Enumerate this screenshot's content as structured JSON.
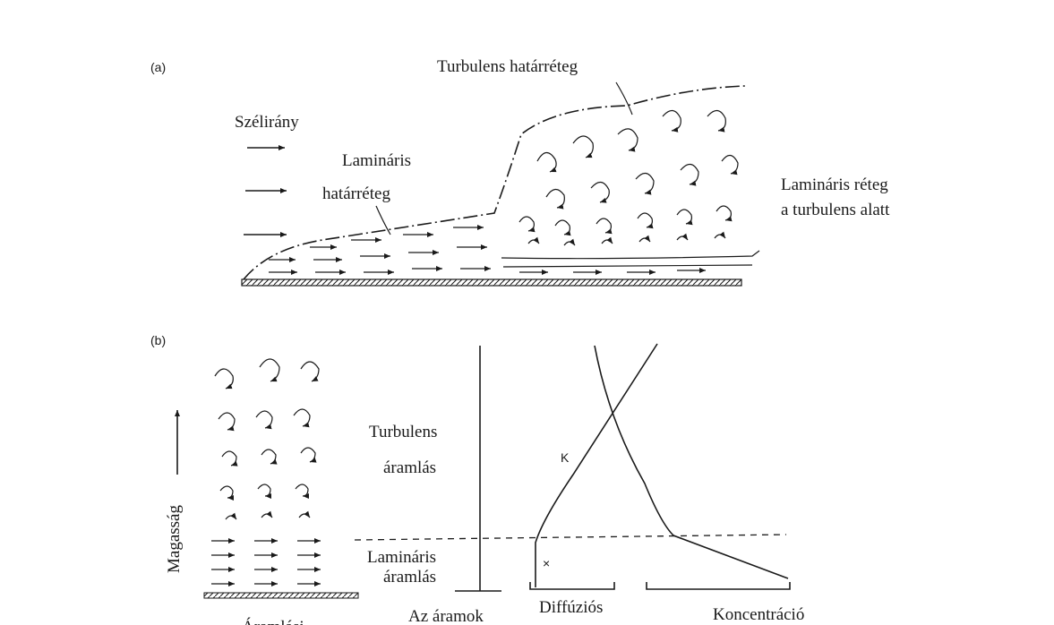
{
  "panel_a": {
    "tag": "(a)",
    "turbulent_boundary_layer": "Turbulens határréteg",
    "wind_direction": "Szélirány",
    "laminar_boundary_layer_1": "Lamináris",
    "laminar_boundary_layer_2": "határréteg",
    "laminar_under_turbulent_1": "Lamináris réteg",
    "laminar_under_turbulent_2": "a turbulens alatt"
  },
  "panel_b": {
    "tag": "(b)",
    "height_axis": "Magasság",
    "turbulent_flow_1": "Turbulens",
    "turbulent_flow_2": "áramlás",
    "laminar_flow_1": "Lamináris",
    "laminar_flow_2": "áramlás",
    "k_label": "K",
    "x_mark": "×",
    "bottom_flow": "Áramlási",
    "bottom_currents": "Az áramok",
    "bottom_diffusion": "Diffúziós",
    "bottom_concentration": "Koncentráció"
  }
}
